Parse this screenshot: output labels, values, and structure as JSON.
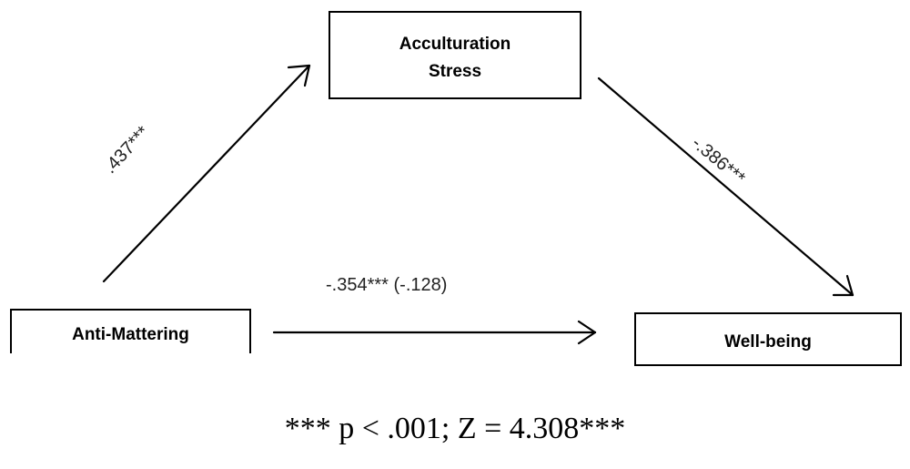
{
  "nodes": {
    "mediator": {
      "line1": "Acculturation",
      "line2": "Stress"
    },
    "predictor": {
      "label": "Anti-Mattering"
    },
    "outcome": {
      "label": "Well-being"
    }
  },
  "paths": {
    "a": ".437***",
    "b": "-.386***",
    "c": "-.354*** (-.128)"
  },
  "footnote": "*** p < .001;  Z = 4.308***"
}
